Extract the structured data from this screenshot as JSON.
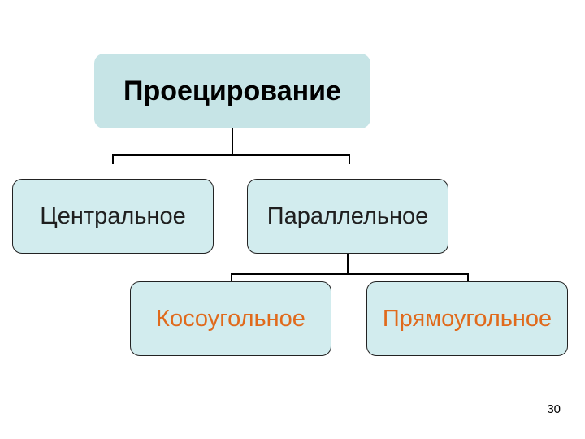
{
  "diagram": {
    "root": {
      "label": "Проецирование"
    },
    "level1": [
      {
        "label": "Центральное"
      },
      {
        "label": "Параллельное"
      }
    ],
    "level2": [
      {
        "label": "Косоугольное"
      },
      {
        "label": "Прямоугольное"
      }
    ],
    "colors": {
      "node_fill": "#d2ecee",
      "root_fill": "#c6e4e6",
      "level2_text": "#e06a1c",
      "connector": "#000000"
    }
  },
  "page_number": "30"
}
